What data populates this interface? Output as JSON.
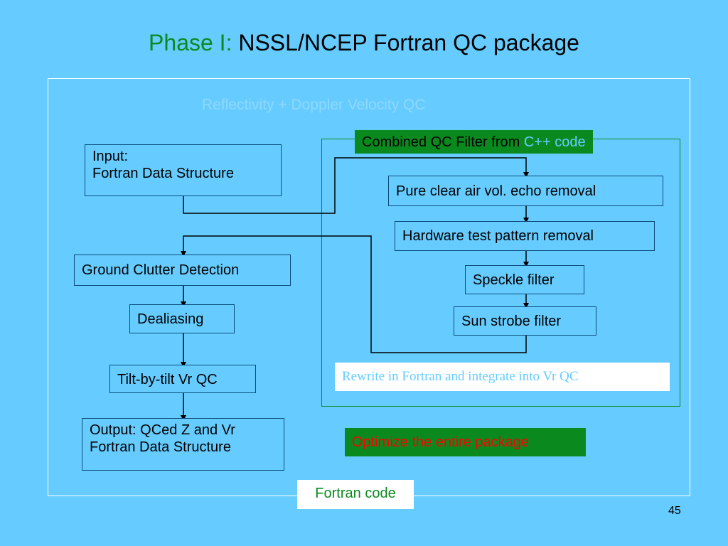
{
  "slide": {
    "title_prefix": "Phase I:",
    "title_main": "NSSL/NCEP Fortran QC package",
    "subtitle": "Reflectivity + Doppler Velocity QC",
    "page_number": "45"
  },
  "left_flow": {
    "input_line1": "Input:",
    "input_line2": "Fortran Data Structure",
    "ground_clutter": "Ground Clutter Detection",
    "dealiasing": "Dealiasing",
    "tilt_qc": "Tilt-by-tilt Vr QC",
    "output_line1": "Output: QCed Z and Vr",
    "output_line2": "Fortran Data Structure"
  },
  "right_flow": {
    "header_prefix": "Combined QC Filter from ",
    "header_cpp": "C++ code",
    "clear_air": "Pure clear air vol. echo removal",
    "hardware": "Hardware test pattern removal",
    "speckle": "Speckle filter",
    "sun_strobe": "Sun strobe filter",
    "rewrite_note": "Rewrite in Fortran and integrate into Vr QC"
  },
  "notes": {
    "optimize": "Optimize the entire package",
    "fortran_code": "Fortran code"
  },
  "colors": {
    "background": "#66ccff",
    "green": "#0a8a1e",
    "red": "#ff0000",
    "box_border": "#0a4b78",
    "light_note": "#8fd8ff"
  }
}
